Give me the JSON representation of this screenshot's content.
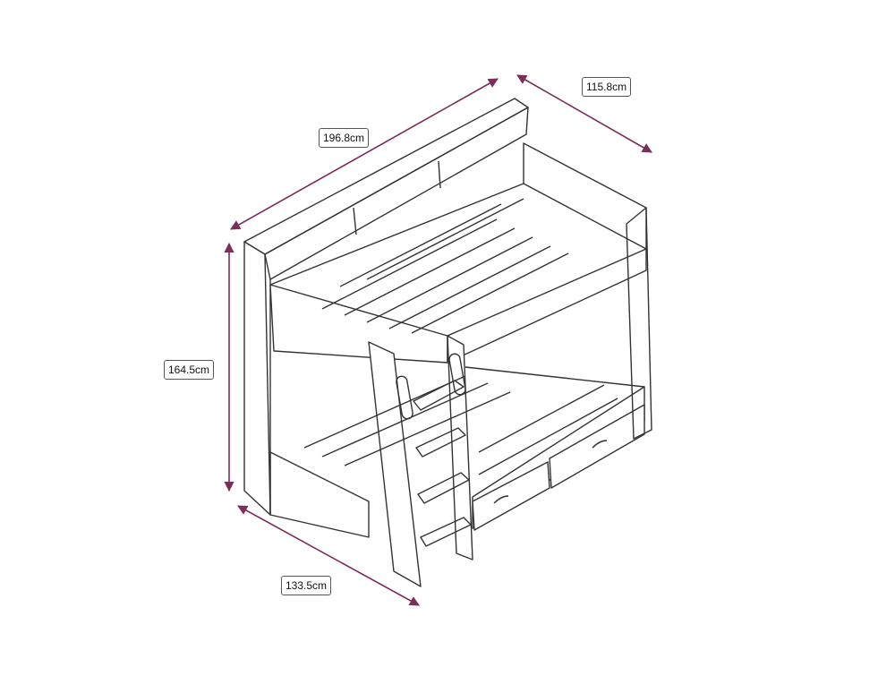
{
  "dimensions": {
    "length": "196.8cm",
    "width": "115.8cm",
    "height": "164.5cm",
    "depth": "133.5cm"
  },
  "colors": {
    "dimension_line": "#7a2e5a",
    "outline": "#333333",
    "background": "#ffffff"
  }
}
